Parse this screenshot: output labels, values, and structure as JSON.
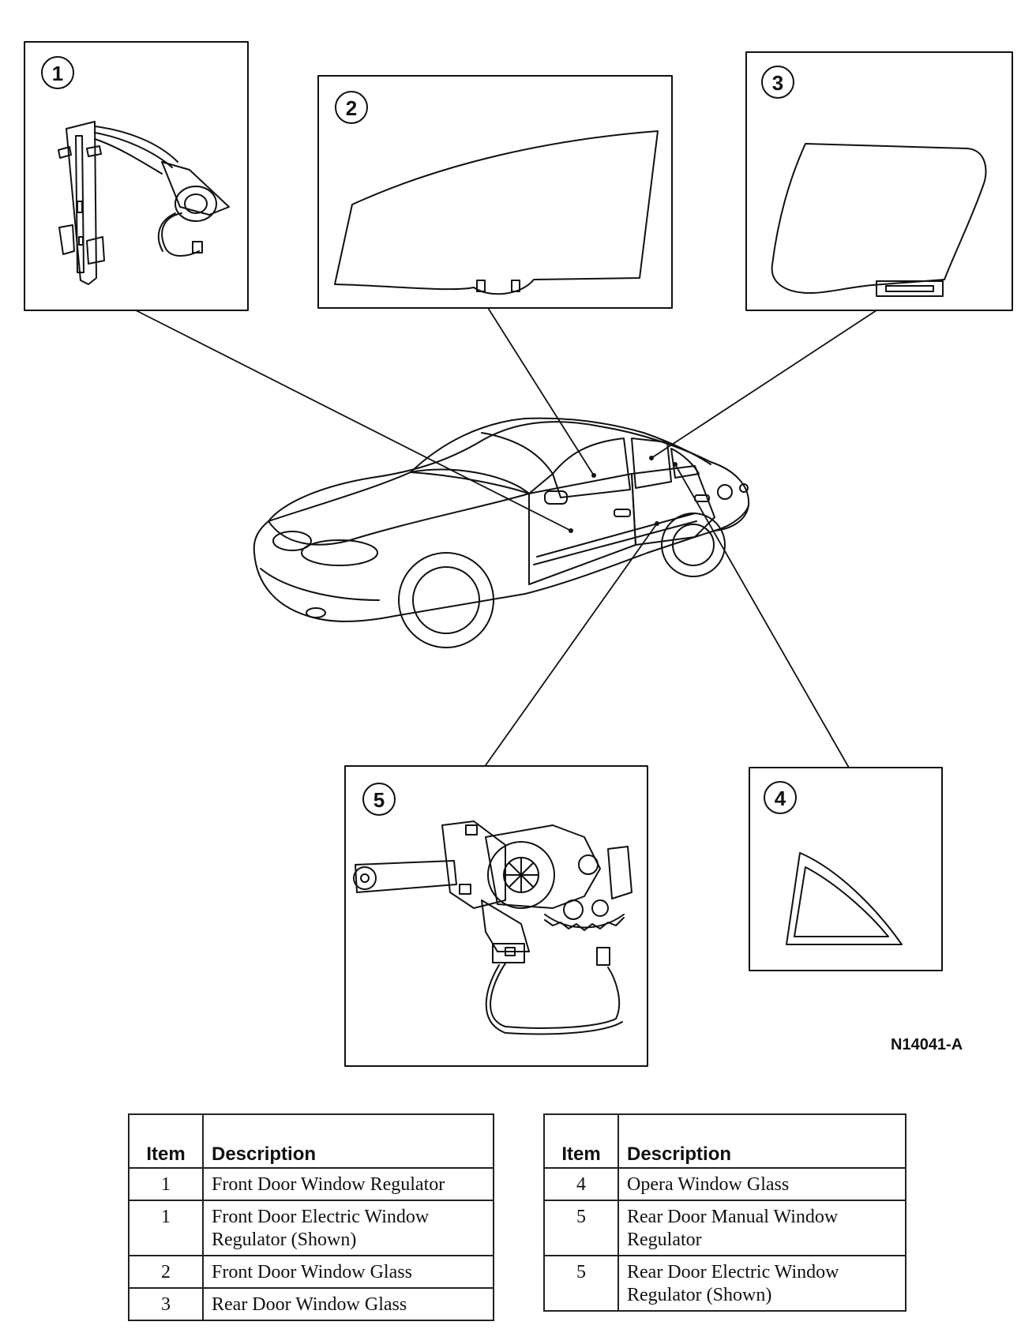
{
  "callouts": [
    "1",
    "2",
    "3",
    "4",
    "5"
  ],
  "figure_code": "N14041-A",
  "legend_left": {
    "header_item": "Item",
    "header_description": "Description",
    "rows": [
      {
        "item": "1",
        "description": "Front Door Window Regulator"
      },
      {
        "item": "1",
        "description": "Front Door Electric Window Regulator (Shown)"
      },
      {
        "item": "2",
        "description": "Front Door Window Glass"
      },
      {
        "item": "3",
        "description": "Rear Door Window Glass"
      }
    ]
  },
  "legend_right": {
    "header_item": "Item",
    "header_description": "Description",
    "rows": [
      {
        "item": "4",
        "description": "Opera Window Glass"
      },
      {
        "item": "5",
        "description": "Rear Door Manual Window Regulator"
      },
      {
        "item": "5",
        "description": "Rear Door Electric Window Regulator (Shown)"
      }
    ]
  }
}
